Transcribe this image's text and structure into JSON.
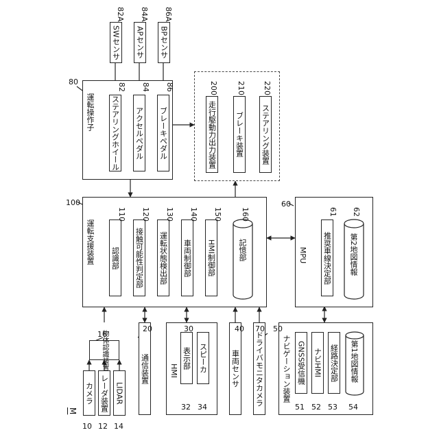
{
  "figure_label": "M",
  "sensors": {
    "sw": {
      "label": "SWセンサ",
      "ref": "82A"
    },
    "ap": {
      "label": "APセンサ",
      "ref": "84A"
    },
    "bp": {
      "label": "BPセンサ",
      "ref": "86A"
    }
  },
  "driving_operators": {
    "ref": "80",
    "label": "運転操作子",
    "steering_wheel": {
      "label": "ステアリングホイール",
      "ref": "82"
    },
    "accelerator_pedal": {
      "label": "アクセルペダル",
      "ref": "84"
    },
    "brake_pedal": {
      "label": "ブレーキペダル",
      "ref": "86"
    }
  },
  "actuators": {
    "drive_force": {
      "label": "走行駆動力出力装置",
      "ref": "200"
    },
    "brake": {
      "label": "ブレーキ装置",
      "ref": "210"
    },
    "steering": {
      "label": "ステアリング装置",
      "ref": "220"
    }
  },
  "driving_support": {
    "ref": "100",
    "label": "運転支援装置",
    "recognition": {
      "label": "認識部",
      "ref": "110"
    },
    "contact": {
      "label": "接触可能性判定部",
      "ref": "120"
    },
    "driver_state": {
      "label": "運転状態検出部",
      "ref": "130"
    },
    "vehicle_control": {
      "label": "車両制御部",
      "ref": "140"
    },
    "hmi_control": {
      "label": "HMI制御部",
      "ref": "150"
    },
    "storage": {
      "label": "記憶部",
      "ref": "160"
    }
  },
  "mpu": {
    "ref": "60",
    "label": "MPU",
    "lane": {
      "label": "推奨車線決定部",
      "ref": "61"
    },
    "map2": {
      "label": "第2地図情報",
      "ref": "62"
    }
  },
  "object_recognition": {
    "label": "物体認識装置",
    "ref": "16"
  },
  "camera": {
    "label": "カメラ",
    "ref": "10"
  },
  "radar": {
    "label": "レーダ装置",
    "ref": "12"
  },
  "lidar": {
    "label": "LIDAR",
    "ref": "14"
  },
  "comm": {
    "label": "通信装置",
    "ref": "20"
  },
  "hmi": {
    "ref": "30",
    "label": "HMI",
    "display": {
      "label": "表示部",
      "ref": "32"
    },
    "speaker": {
      "label": "スピーカ",
      "ref": "34"
    }
  },
  "vehicle_sensor": {
    "label": "車両センサ",
    "ref": "40"
  },
  "driver_camera": {
    "label": "ドライバモニタカメラ",
    "ref": "70"
  },
  "navigation": {
    "ref": "50",
    "label": "ナビゲーション装置",
    "gnss": {
      "label": "GNSS受信機",
      "ref": "51"
    },
    "nav_hmi": {
      "label": "ナビHMI",
      "ref": "52"
    },
    "route": {
      "label": "経路決定部",
      "ref": "53"
    },
    "map1": {
      "label": "第1地図情報",
      "ref": "54"
    }
  }
}
